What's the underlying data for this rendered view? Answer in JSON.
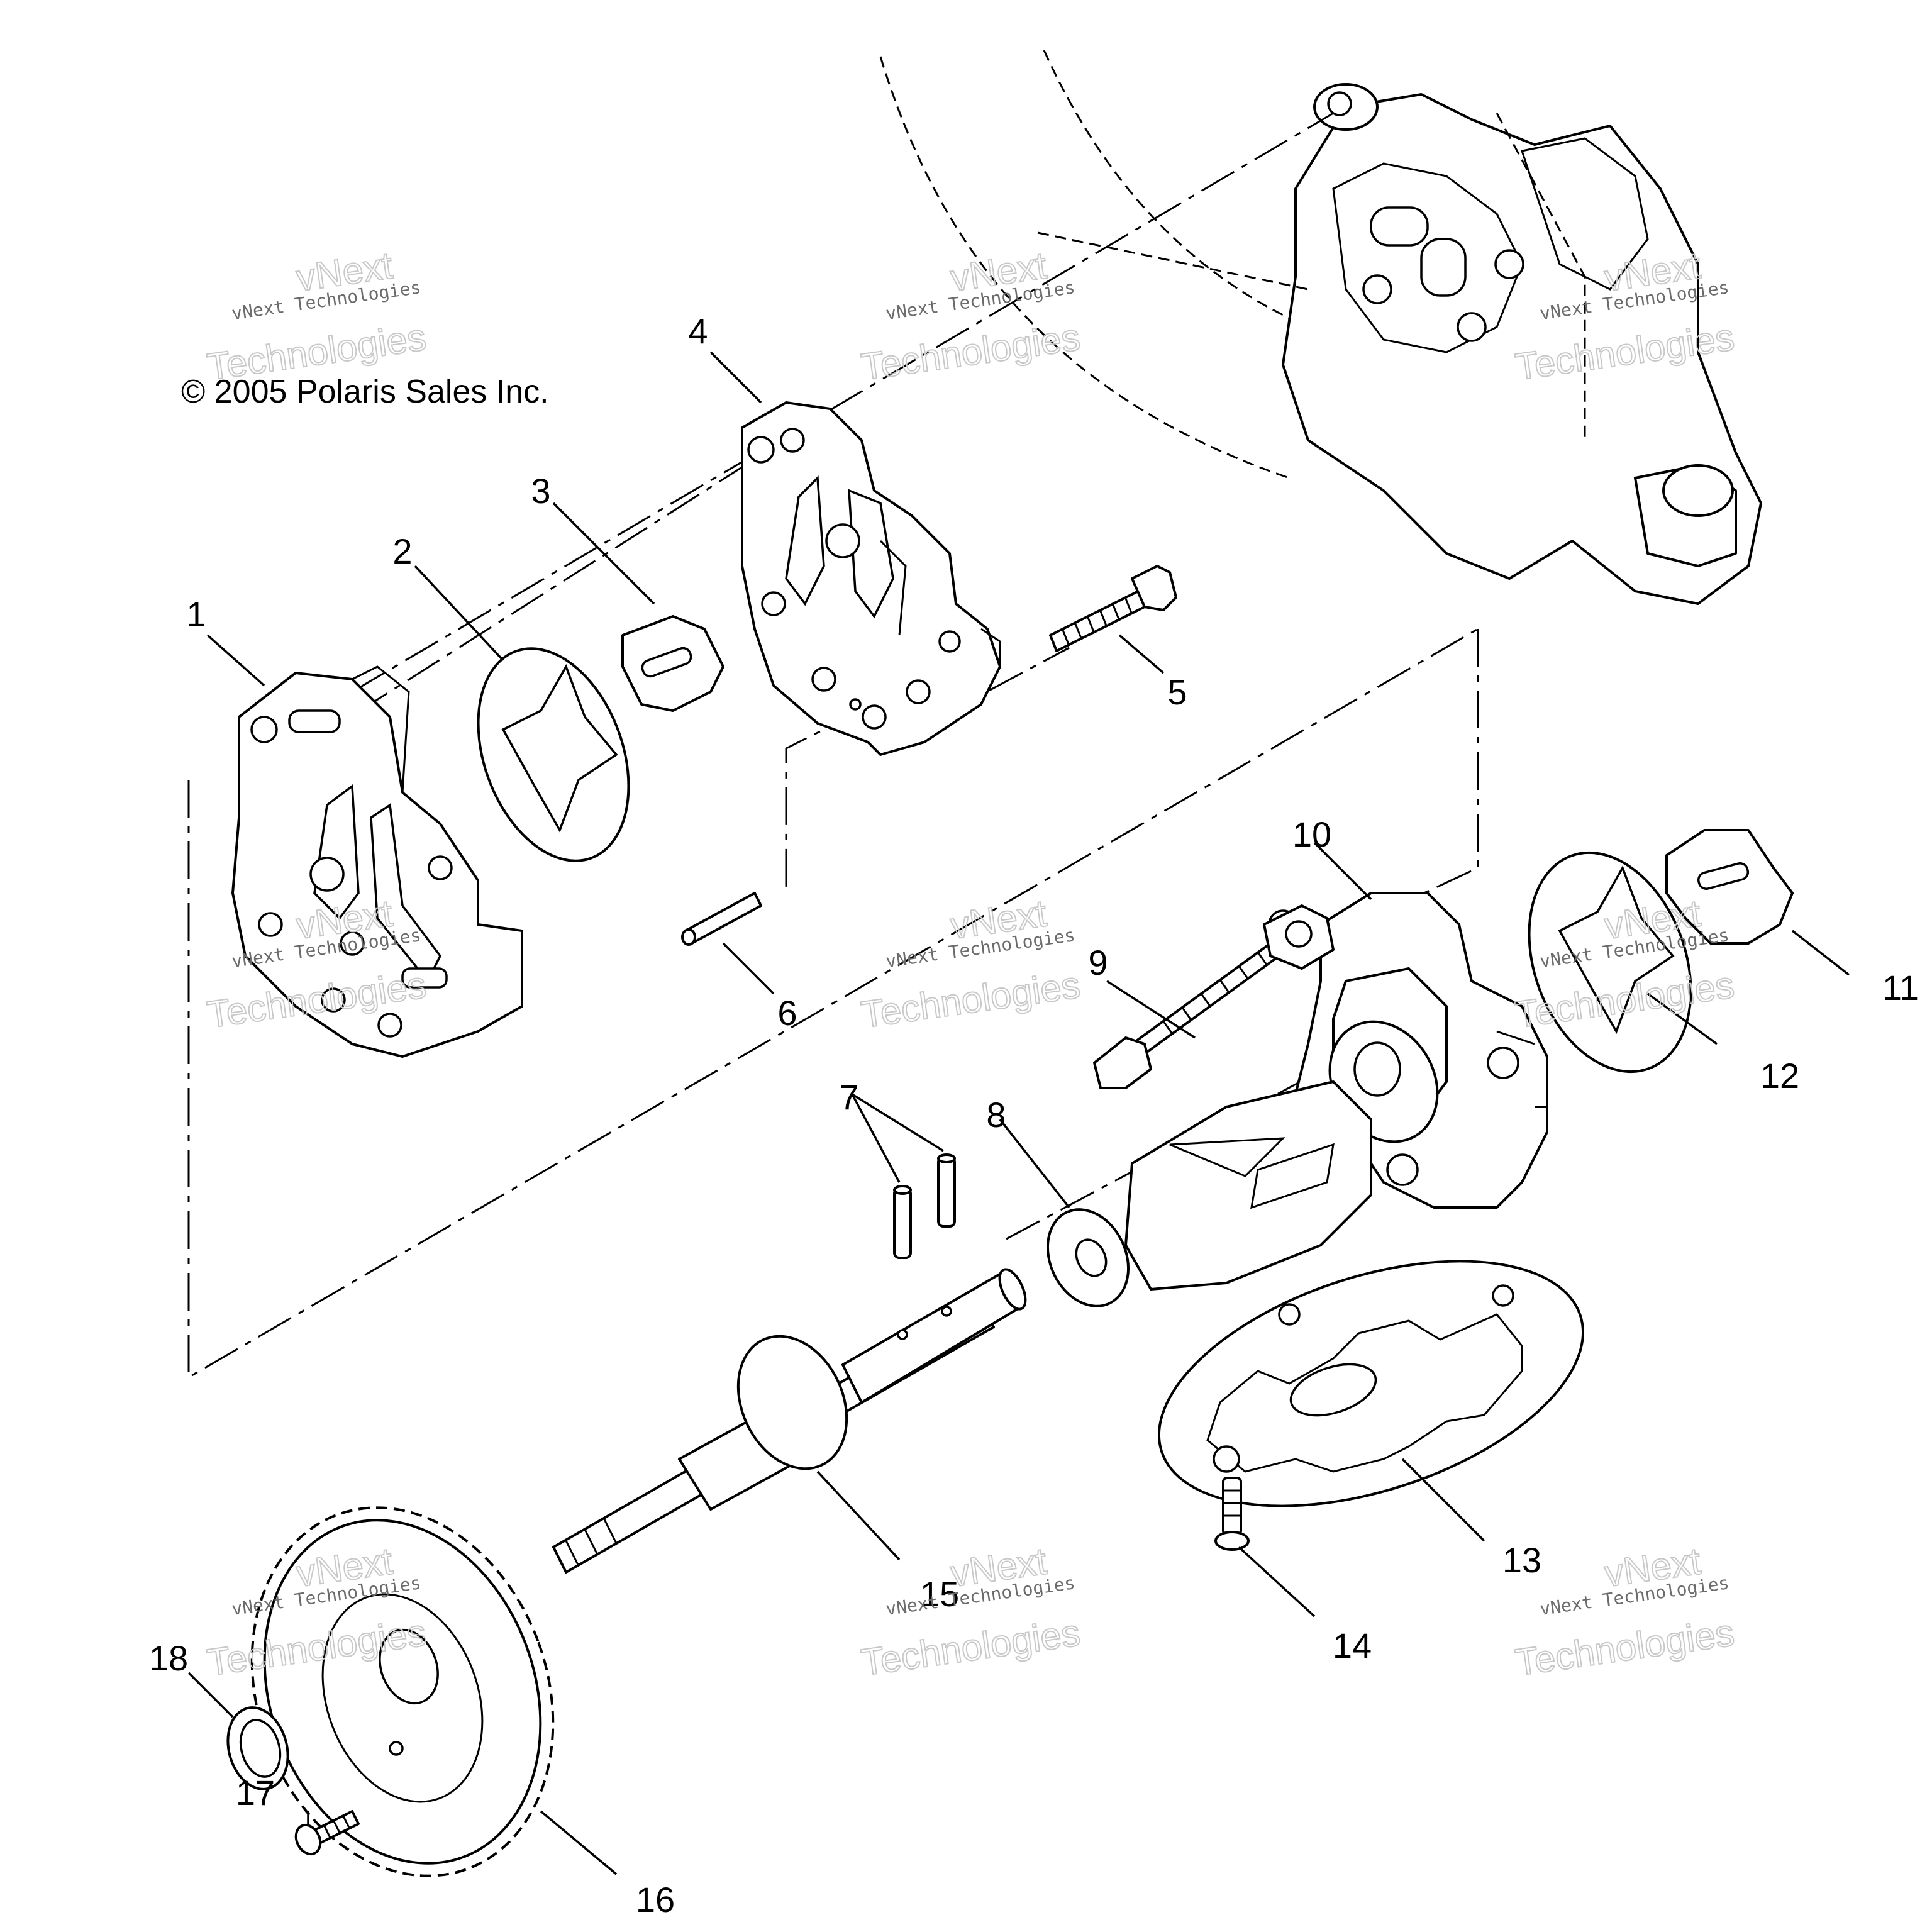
{
  "copyright": "© 2005 Polaris Sales Inc.",
  "watermark": {
    "line_small": "vNext Technologies",
    "line_big_1": "vNext",
    "line_big_2": "Technologies"
  },
  "callouts": [
    {
      "id": "1",
      "label": "1"
    },
    {
      "id": "2",
      "label": "2"
    },
    {
      "id": "3",
      "label": "3"
    },
    {
      "id": "4",
      "label": "4"
    },
    {
      "id": "5",
      "label": "5"
    },
    {
      "id": "6",
      "label": "6"
    },
    {
      "id": "7",
      "label": "7"
    },
    {
      "id": "8",
      "label": "8"
    },
    {
      "id": "9",
      "label": "9"
    },
    {
      "id": "10",
      "label": "10"
    },
    {
      "id": "11",
      "label": "11"
    },
    {
      "id": "12",
      "label": "12"
    },
    {
      "id": "13",
      "label": "13"
    },
    {
      "id": "14",
      "label": "14"
    },
    {
      "id": "15",
      "label": "15"
    },
    {
      "id": "16",
      "label": "16"
    },
    {
      "id": "17",
      "label": "17"
    },
    {
      "id": "18",
      "label": "18"
    }
  ]
}
